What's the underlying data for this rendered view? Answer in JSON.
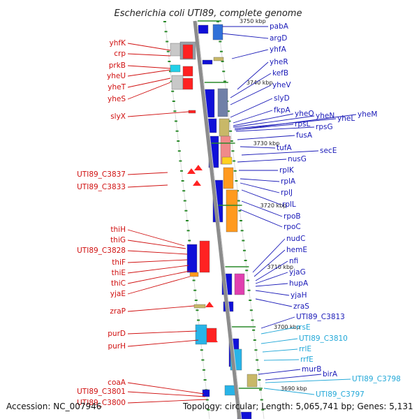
{
  "title": "Escherichia coli UTI89, complete genome",
  "footer": {
    "accession": "Accession: NC_007946",
    "summary": "Topology: circular; Length: 5,065,741 bp; Genes: 5,131"
  },
  "colors": {
    "backbone": "#8c8c8c",
    "left_label": "#d01010",
    "right_label": "#1a1ab8",
    "rna_label": "#22a8d8",
    "tick": "#2a8a2a",
    "block_orange": "#ff9a1e",
    "block_pink": "#f08a8a",
    "block_blue": "#1010d8",
    "block_cyan": "#28b4e8",
    "block_olive": "#c8b868"
  },
  "kbp_marks": [
    "3750 kbp",
    "3740 kbp",
    "3730 kbp",
    "3720 kbp",
    "3710 kbp",
    "3700 kbp",
    "3690 kbp"
  ],
  "left_genes": [
    "yhfK",
    "crp",
    "prkB",
    "yheU",
    "yheT",
    "yheS",
    "slyX",
    "UTI89_C3837",
    "UTI89_C3833",
    "thiH",
    "thiG",
    "UTI89_C3828",
    "thiF",
    "thiE",
    "thiC",
    "yjaE",
    "zraP",
    "purD",
    "purH",
    "coaA",
    "UTI89_C3801",
    "UTI89_C3800"
  ],
  "right_genes": [
    "pabA",
    "argD",
    "yhfA",
    "yheR",
    "kefB",
    "yheV",
    "slyD",
    "fkpA",
    "yheO",
    "yheN",
    "yheL",
    "yheM",
    "rpsL",
    "rpsG",
    "fusA",
    "tufA",
    "secE",
    "nusG",
    "rplK",
    "rplA",
    "rplJ",
    "rplL",
    "rpoB",
    "rpoC",
    "nudC",
    "hemE",
    "nfi",
    "yjaG",
    "hupA",
    "yjaH",
    "zraS",
    "UTI89_C3813",
    "murB",
    "birA",
    "rrsE",
    "UTI89_C3810",
    "rrlE",
    "rrfE",
    "UTI89_C3798",
    "UTI89_C3797"
  ]
}
